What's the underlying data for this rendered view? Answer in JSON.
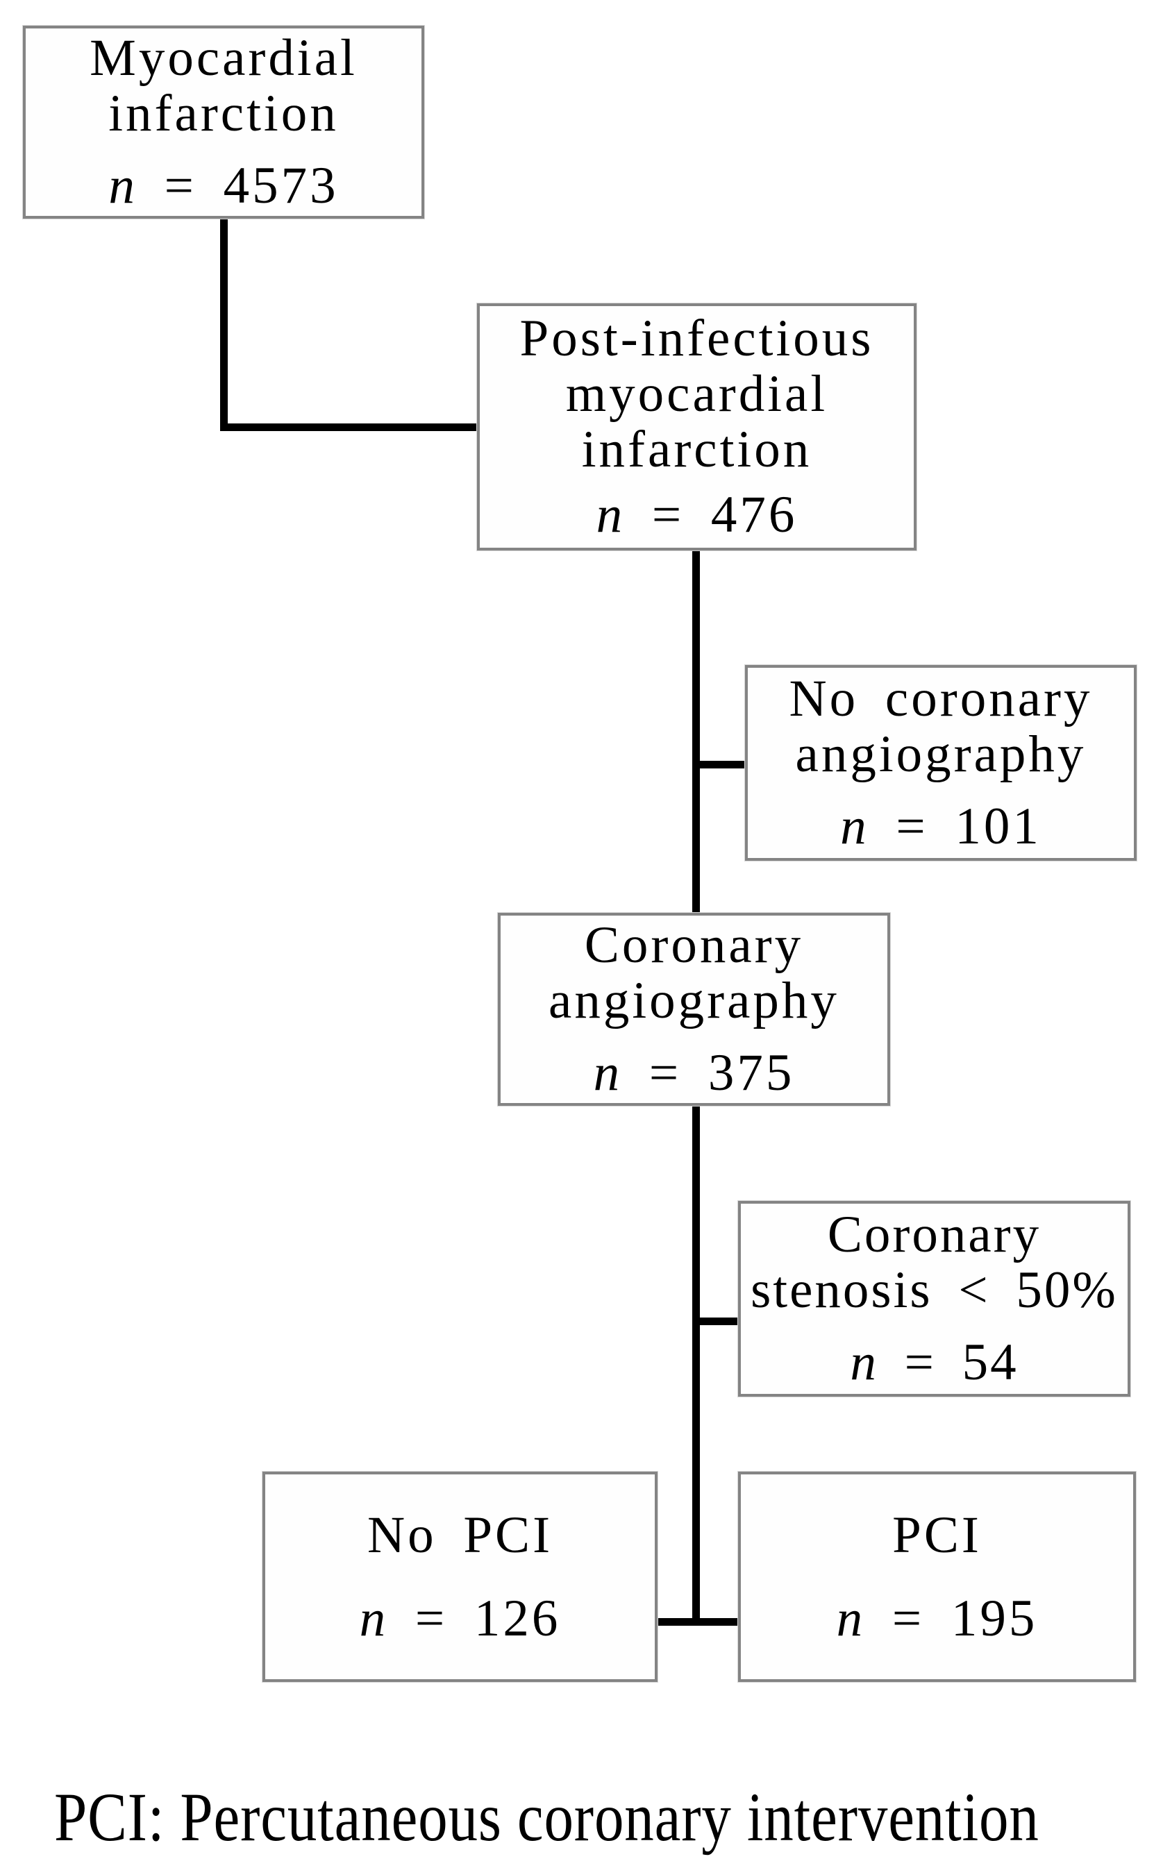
{
  "figure": {
    "boxes": [
      {
        "name": "myocardial-infarction",
        "lines": [
          "Myocardial",
          "infarction"
        ],
        "n": "n = 4573"
      },
      {
        "name": "post-infectious-mi",
        "lines": [
          "Post-infectious",
          "myocardial",
          "infarction"
        ],
        "n": "n = 476"
      },
      {
        "name": "no-coronary-angiography",
        "lines": [
          "No coronary",
          "angiography"
        ],
        "n": "n = 101"
      },
      {
        "name": "coronary-angiography",
        "lines": [
          "Coronary",
          "angiography"
        ],
        "n": "n = 375"
      },
      {
        "name": "coronary-stenosis-lt-50",
        "lines": [
          "Coronary",
          "stenosis < 50%"
        ],
        "n": "n = 54"
      },
      {
        "name": "no-pci",
        "lines": [
          "No PCI"
        ],
        "n": "n = 126"
      },
      {
        "name": "pci",
        "lines": [
          "PCI"
        ],
        "n": "n = 195"
      }
    ],
    "footnote": "PCI: Percutaneous coronary intervention",
    "colors": {
      "line": "#000000",
      "box_border": "#848484",
      "background": "#ffffff",
      "text": "#000000"
    }
  }
}
